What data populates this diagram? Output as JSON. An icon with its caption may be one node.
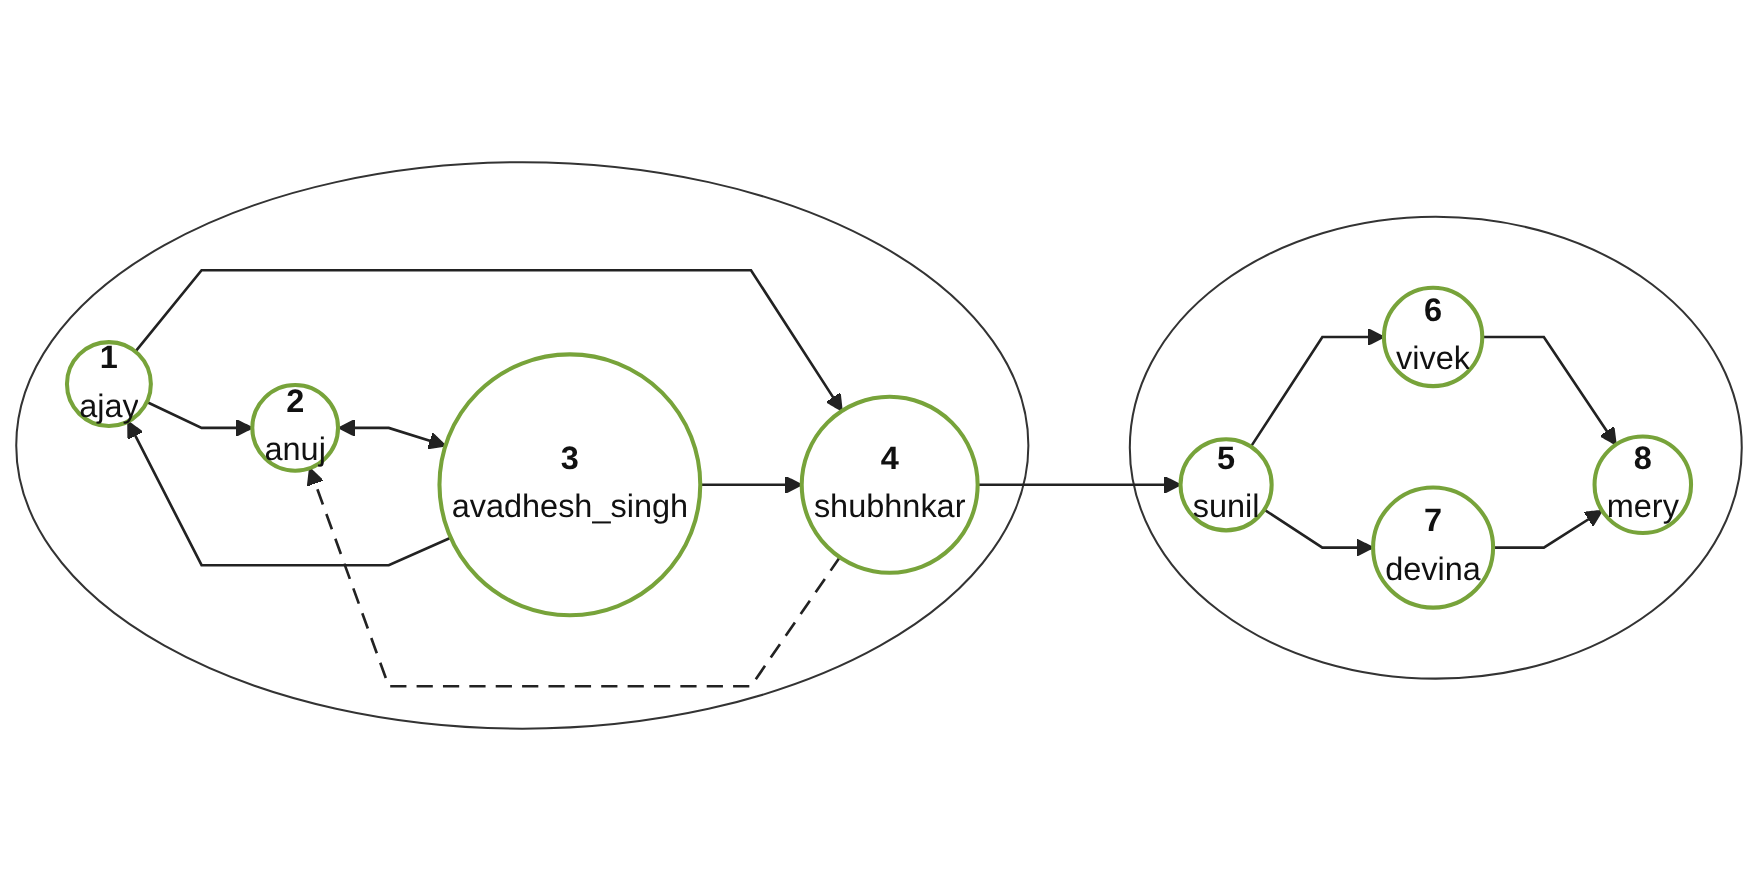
{
  "diagram": {
    "nodes": [
      {
        "text": [],
        "shape": "circle"
      },
      {
        "text": [
          "1",
          "ajay"
        ],
        "in": 0
      },
      {
        "text": [
          "2",
          "anuj"
        ],
        "in": 0
      },
      {
        "text": [
          "3",
          "avadhesh_singh"
        ],
        "in": 0
      },
      {
        "text": [
          "4",
          "shubhnkar"
        ],
        "in": 0
      },
      {
        "text": [],
        "shape": "circle"
      },
      {
        "text": [
          "5",
          "sunil"
        ],
        "in": 5
      },
      {
        "text": [
          "6",
          "vivek"
        ],
        "in": 5
      },
      {
        "text": [
          "7",
          "devina"
        ],
        "in": 5
      },
      {
        "text": [
          "8",
          "mery"
        ],
        "in": 5
      }
    ],
    "edges": [
      {
        "from": 1,
        "to": 2,
        "arrow": "to"
      },
      {
        "from": 1,
        "to": 4,
        "arrow": "to"
      },
      {
        "from": 3,
        "to": 1,
        "arrow": "to"
      },
      {
        "from": 2,
        "to": 3,
        "arrow": "both"
      },
      {
        "from": 3,
        "to": 4,
        "arrow": "to"
      },
      {
        "from": 4,
        "to": 2,
        "arrow": "to",
        "style": "dashed"
      },
      {
        "from": 4,
        "to": 6,
        "arrow": "to"
      },
      {
        "from": 6,
        "to": 7,
        "arrow": "to"
      },
      {
        "from": 6,
        "to": 8,
        "arrow": "to"
      },
      {
        "from": 7,
        "to": 9,
        "arrow": "to"
      },
      {
        "from": 8,
        "to": 9,
        "arrow": "to"
      }
    ]
  }
}
